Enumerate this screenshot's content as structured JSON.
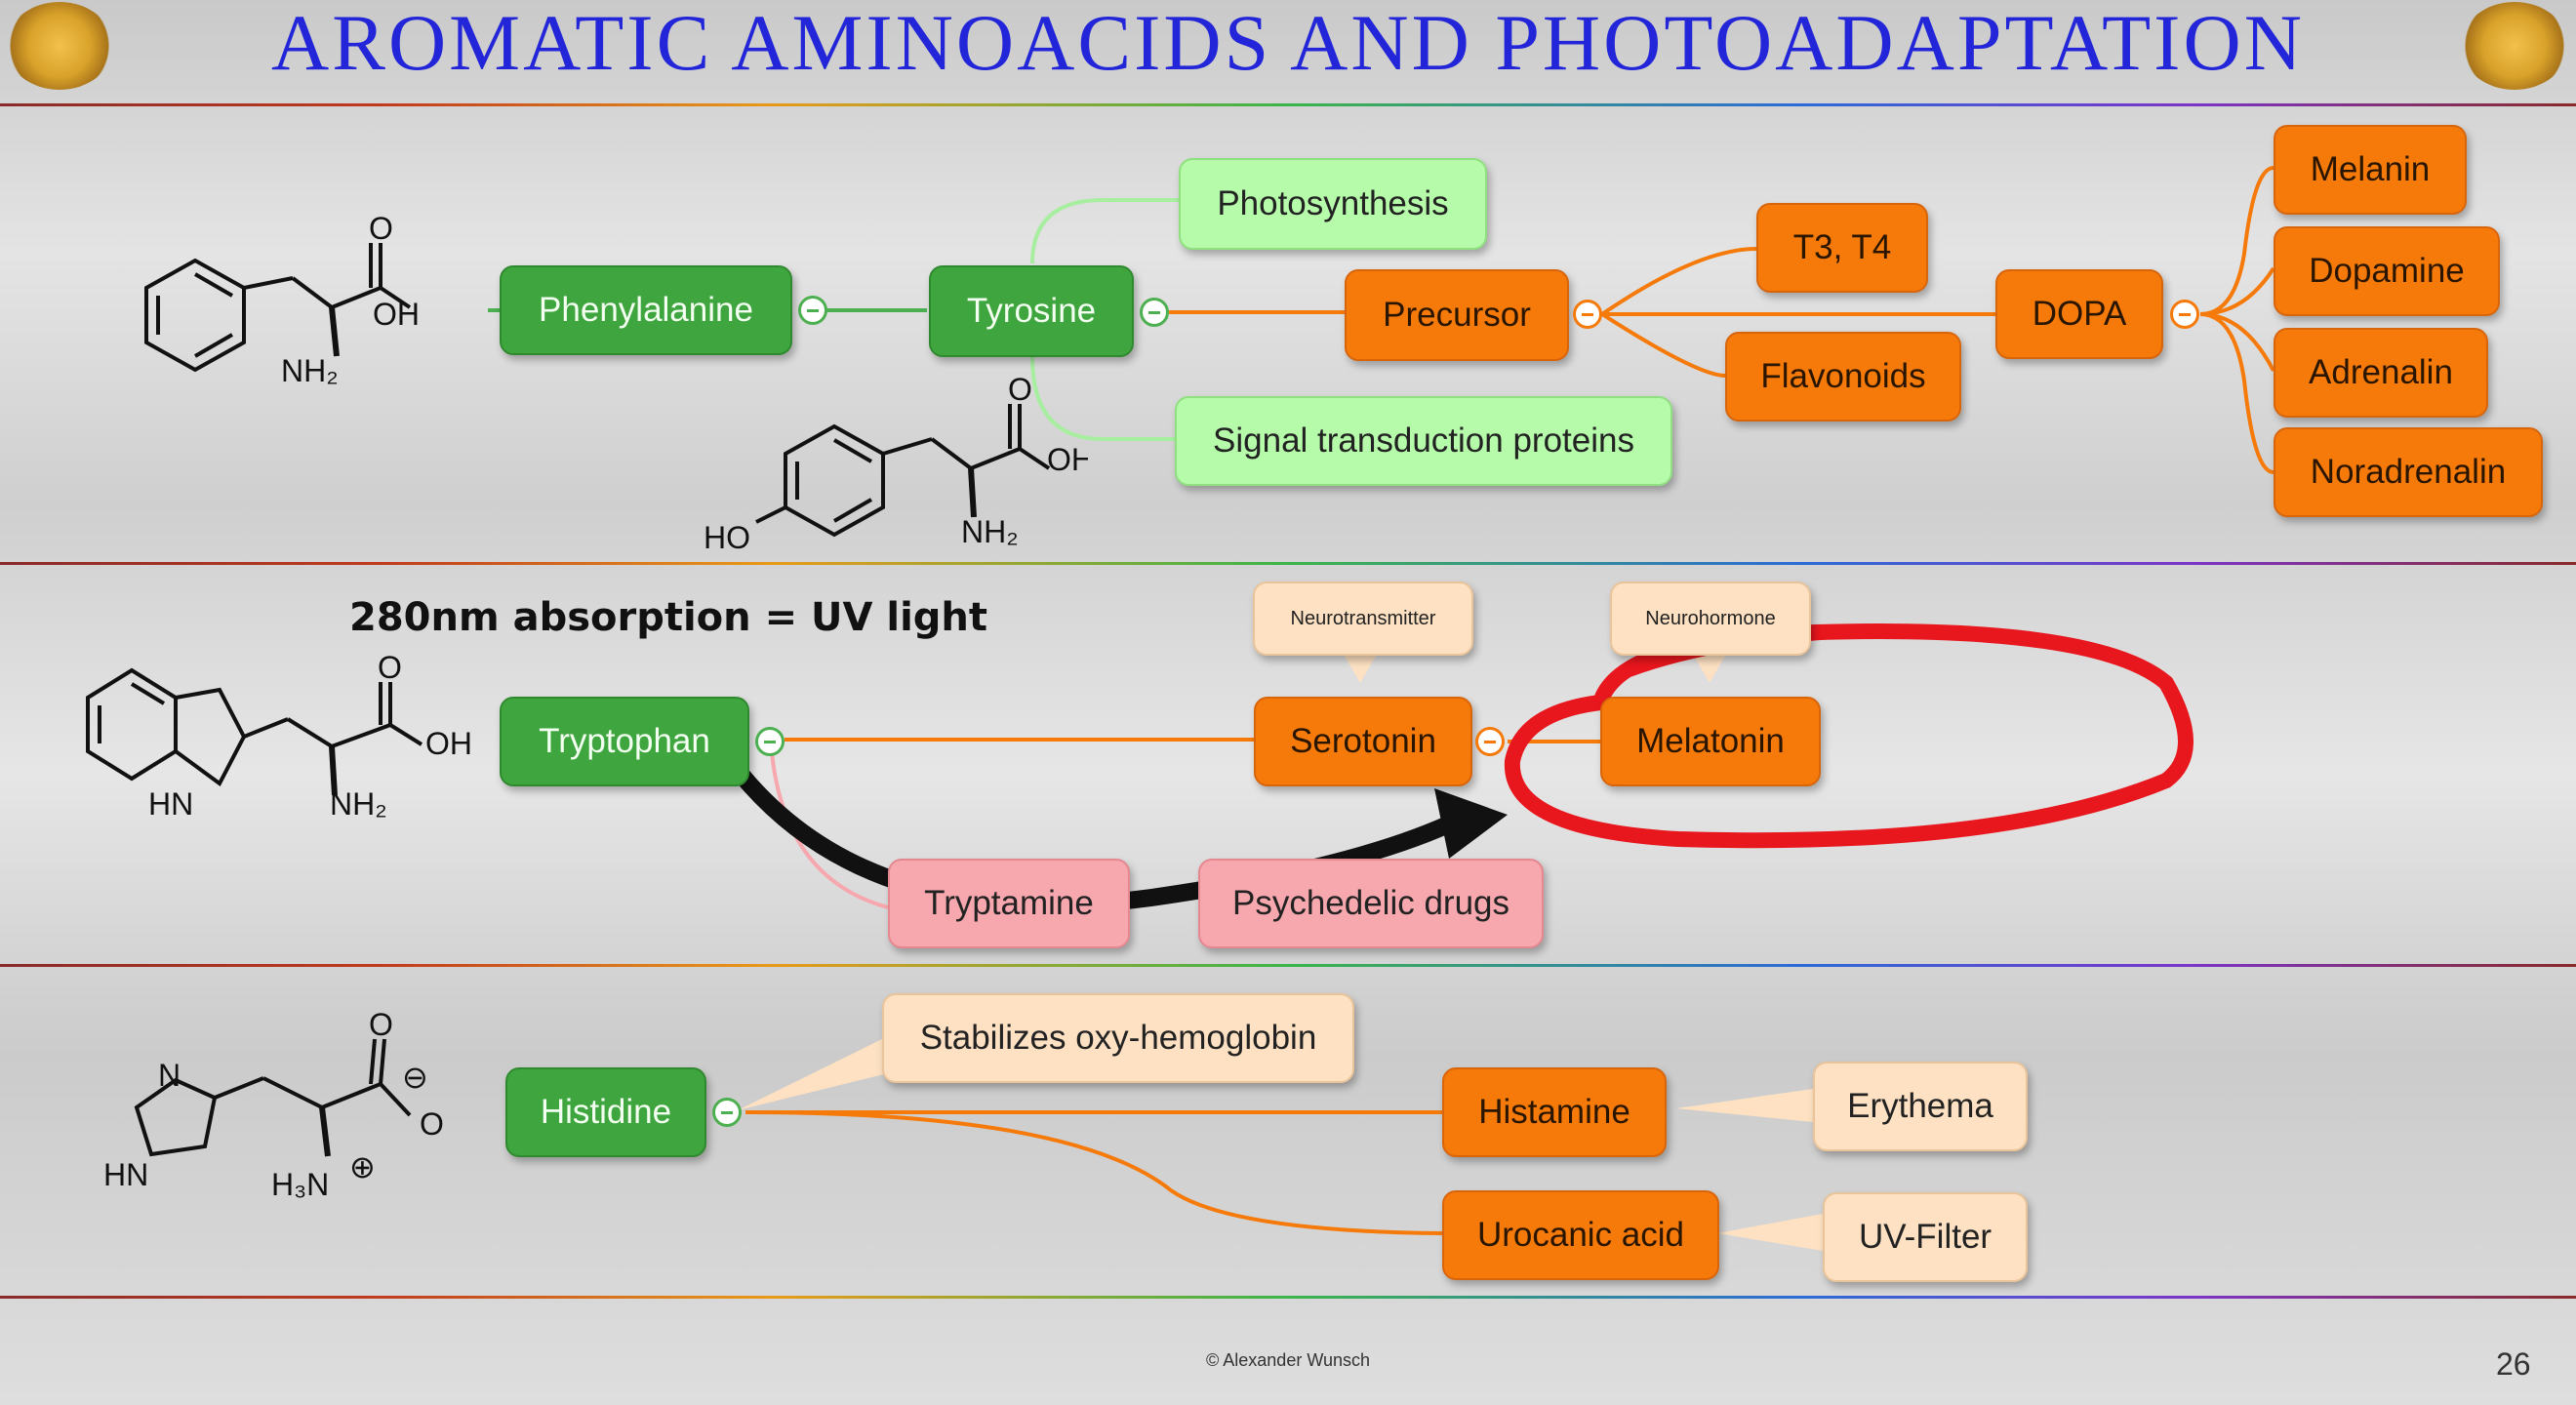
{
  "title": "AROMATIC AMINOACIDS AND PHOTOADAPTATION",
  "annotation": "280nm absorption = UV light",
  "footer": {
    "copyright": "© Alexander Wunsch",
    "page_number": "26"
  },
  "nodes": {
    "phenylalanine": "Phenylalanine",
    "tyrosine": "Tyrosine",
    "photosynthesis": "Photosynthesis",
    "signal_transduction": "Signal transduction proteins",
    "precursor": "Precursor",
    "t3t4": "T3, T4",
    "flavonoids": "Flavonoids",
    "dopa": "DOPA",
    "melanin": "Melanin",
    "dopamine": "Dopamine",
    "adrenalin": "Adrenalin",
    "noradrenalin": "Noradrenalin",
    "tryptophan": "Tryptophan",
    "serotonin": "Serotonin",
    "melatonin": "Melatonin",
    "neurotransmitter": "Neurotransmitter",
    "neurohormone": "Neurohormone",
    "tryptamine": "Tryptamine",
    "psychedelic_drugs": "Psychedelic drugs",
    "histidine": "Histidine",
    "stabilizes": "Stabilizes oxy-hemoglobin",
    "histamine": "Histamine",
    "erythema": "Erythema",
    "urocanic_acid": "Urocanic acid",
    "uv_filter": "UV-Filter"
  },
  "molecule_labels": {
    "o": "O",
    "oh": "OH",
    "nh2": "NH₂",
    "ho": "HO",
    "hn": "HN",
    "n": "N",
    "h3n": "H₃N",
    "minus": "⊖",
    "plus": "⊕"
  },
  "colors": {
    "title": "#2326d8",
    "green": "#3fa63f",
    "orange": "#f57a0a",
    "light_green": "#b6fbaa",
    "peach": "#fde1c2",
    "pink": "#f7a7ae",
    "highlight_ring": "#e8161d"
  }
}
